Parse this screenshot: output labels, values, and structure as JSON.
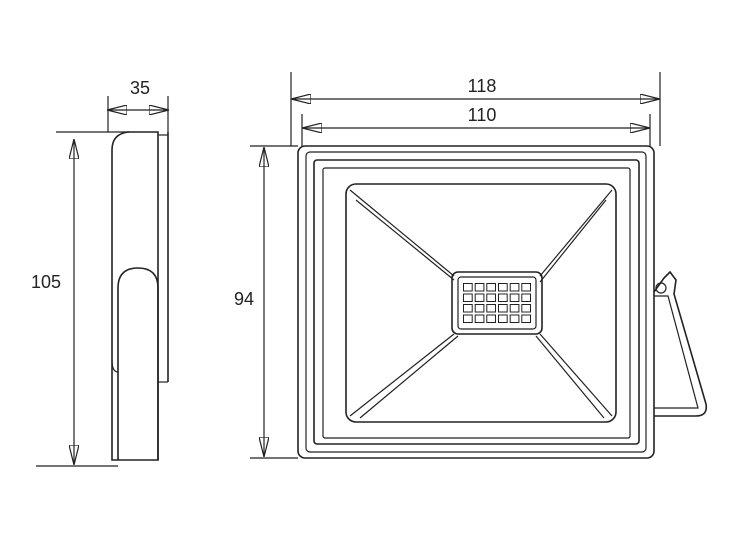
{
  "dimensions": {
    "depth": "35",
    "height_side": "105",
    "height_front": "94",
    "width_outer": "118",
    "width_inner": "110"
  },
  "led_grid": {
    "rows": 4,
    "cols": 6
  },
  "colors": {
    "line": "#222222",
    "background": "#ffffff"
  }
}
